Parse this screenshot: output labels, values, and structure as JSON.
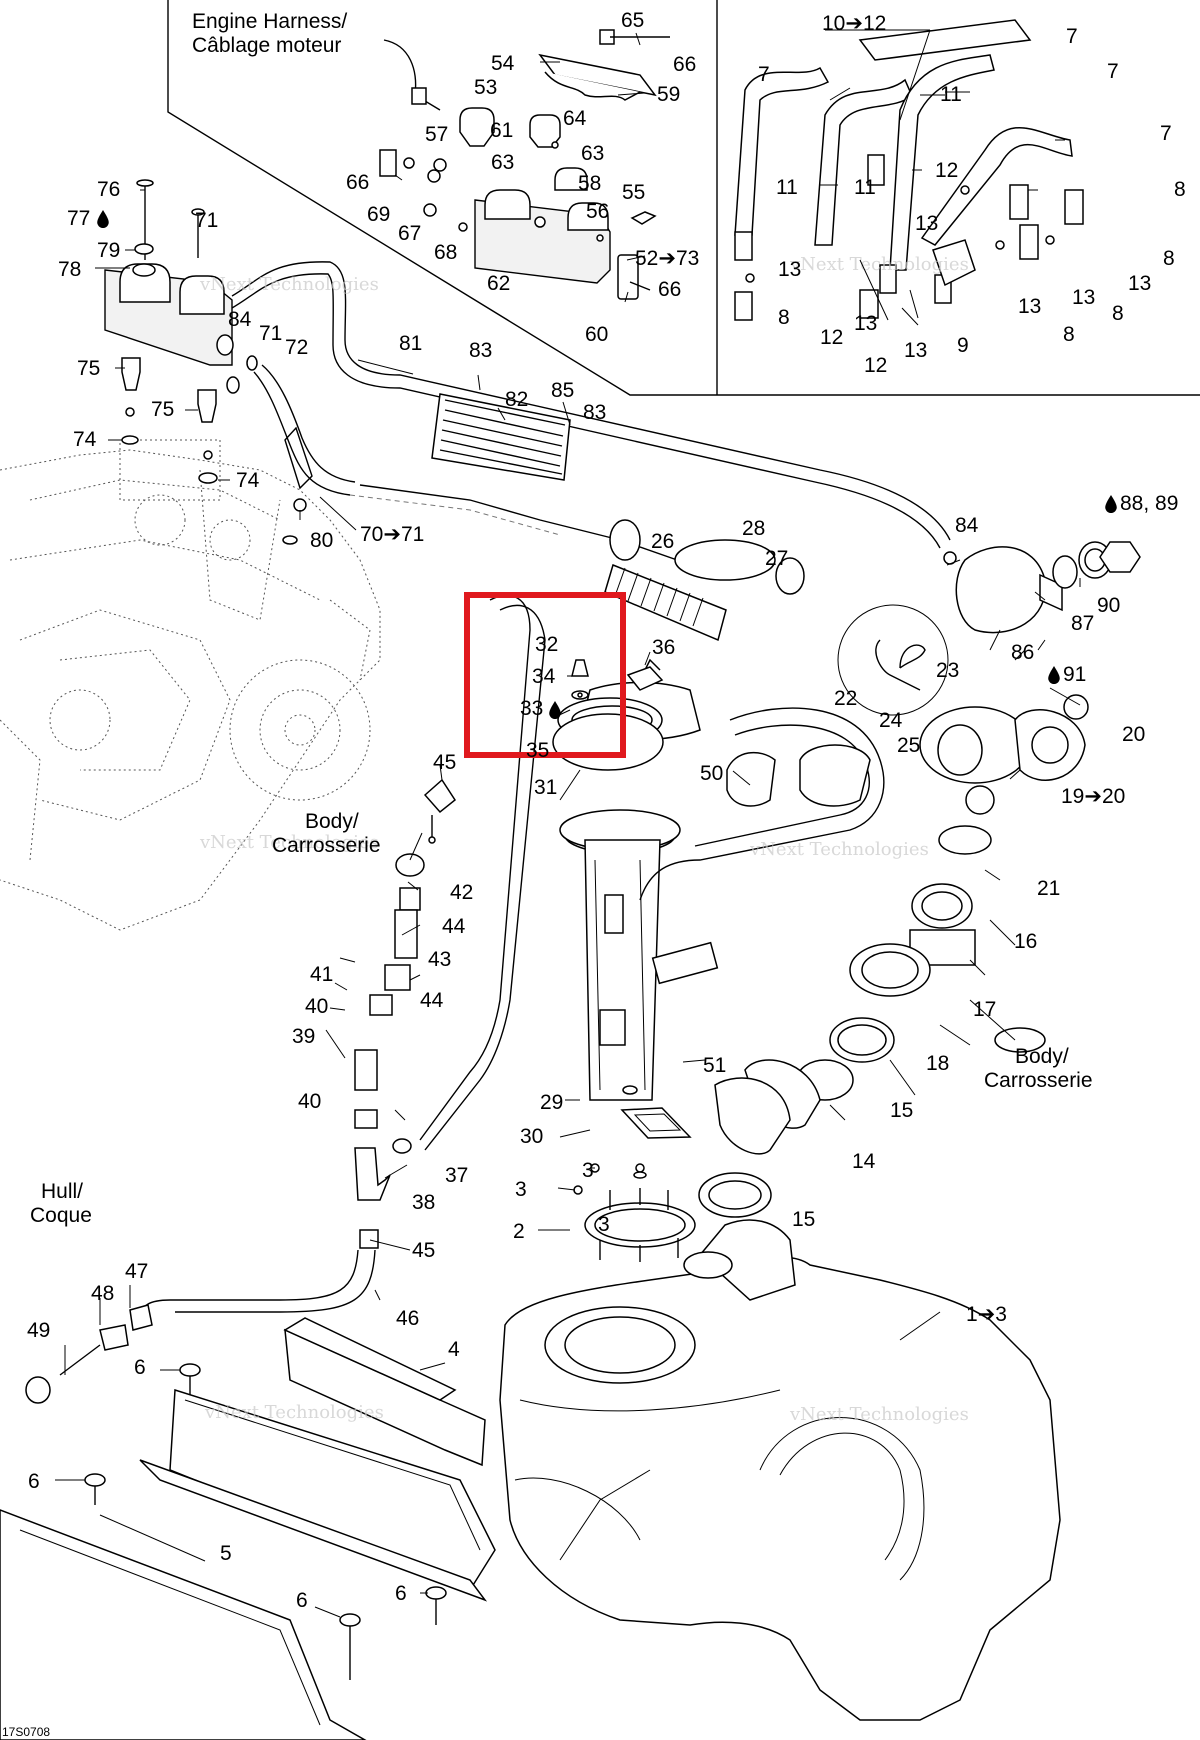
{
  "figure_code": "17S0708",
  "watermark": {
    "line1": "vNext Technologies",
    "line2": "vNext",
    "line3": "Technologies"
  },
  "highlight_color": "#e0191e",
  "texts": {
    "engine_harness_en": "Engine Harness/",
    "engine_harness_fr": "Câblage moteur",
    "body_en": "Body/",
    "body_fr": "Carrosserie",
    "hull_en": "Hull/",
    "hull_fr": "Coque"
  },
  "callouts": {
    "c1_3": "1➔3",
    "c2": "2",
    "c3a": "3",
    "c3b": "3",
    "c3c": "3",
    "c4": "4",
    "c5": "5",
    "c6a": "6",
    "c6b": "6",
    "c6c": "6",
    "c6d": "6",
    "c7a": "7",
    "c7b": "7",
    "c7c": "7",
    "c7d": "7",
    "c8a": "8",
    "c8b": "8",
    "c8c": "8",
    "c8d": "8",
    "c8e": "8",
    "c9": "9",
    "c10_12": "10➔12",
    "c11a": "11",
    "c11b": "11",
    "c11c": "11",
    "c12a": "12",
    "c12b": "12",
    "c12c": "12",
    "c13a": "13",
    "c13b": "13",
    "c13c": "13",
    "c13d": "13",
    "c13e": "13",
    "c13f": "13",
    "c13g": "13",
    "c14": "14",
    "c15a": "15",
    "c15b": "15",
    "c16": "16",
    "c17": "17",
    "c18": "18",
    "c19_20": "19➔20",
    "c20": "20",
    "c21": "21",
    "c22": "22",
    "c23": "23",
    "c24": "24",
    "c25": "25",
    "c26": "26",
    "c27": "27",
    "c28": "28",
    "c29": "29",
    "c30": "30",
    "c31": "31",
    "c32": "32",
    "c33": "33",
    "c34": "34",
    "c35": "35",
    "c36": "36",
    "c37": "37",
    "c38": "38",
    "c39": "39",
    "c40a": "40",
    "c40b": "40",
    "c41": "41",
    "c42": "42",
    "c43": "43",
    "c44a": "44",
    "c44b": "44",
    "c45a": "45",
    "c45b": "45",
    "c46": "46",
    "c47": "47",
    "c48": "48",
    "c49": "49",
    "c50": "50",
    "c51": "51",
    "c52_73": "52➔73",
    "c53": "53",
    "c54": "54",
    "c55": "55",
    "c56": "56",
    "c57": "57",
    "c58": "58",
    "c59": "59",
    "c60": "60",
    "c61": "61",
    "c62": "62",
    "c63a": "63",
    "c63b": "63",
    "c64": "64",
    "c65": "65",
    "c66a": "66",
    "c66b": "66",
    "c66c": "66",
    "c67": "67",
    "c68": "68",
    "c69": "69",
    "c70_71": "70➔71",
    "c71a": "71",
    "c71b": "71",
    "c72": "72",
    "c74a": "74",
    "c74b": "74",
    "c75a": "75",
    "c75b": "75",
    "c76": "76",
    "c77": "77",
    "c78": "78",
    "c79": "79",
    "c80": "80",
    "c81": "81",
    "c82": "82",
    "c83a": "83",
    "c83b": "83",
    "c84a": "84",
    "c84b": "84",
    "c85": "85",
    "c86": "86",
    "c87": "87",
    "c88_89": "88, 89",
    "c90": "90",
    "c91": "91"
  }
}
